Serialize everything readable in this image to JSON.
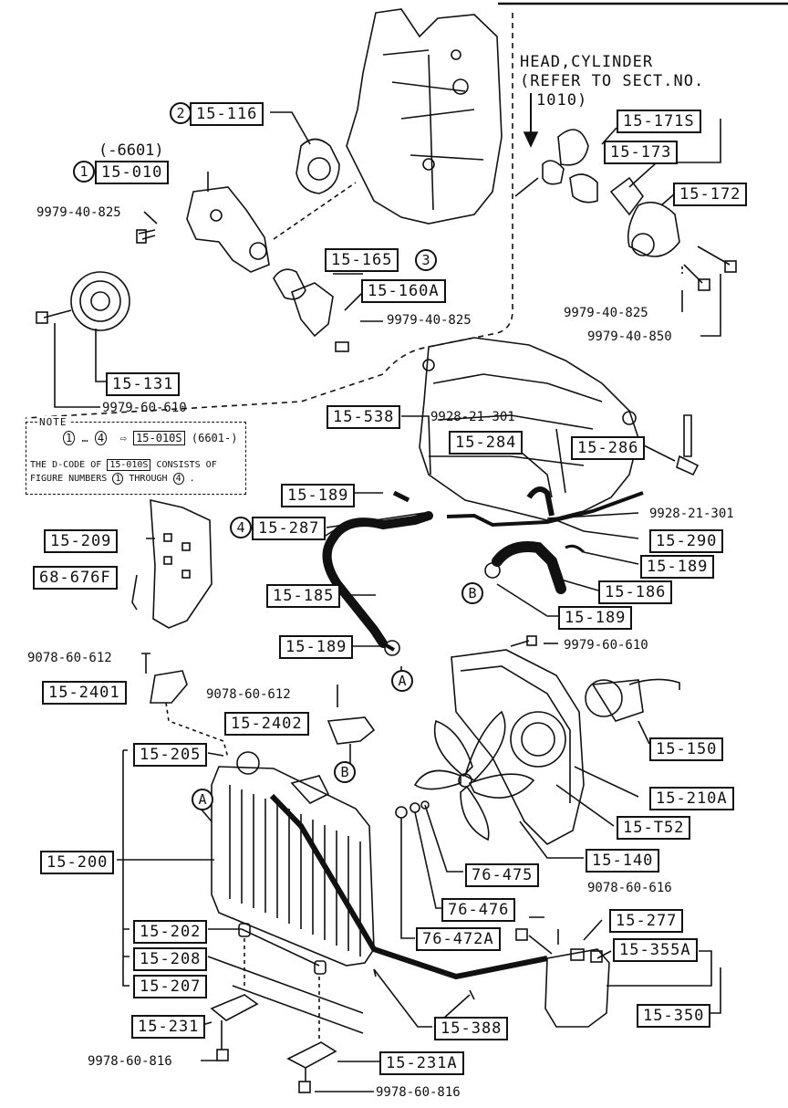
{
  "header_note": {
    "line1": "HEAD,CYLINDER",
    "line2": "(REFER TO SECT.NO.",
    "line3": "1010)"
  },
  "labels": {
    "p15_116": "15-116",
    "p15_010_range": "(-6601)",
    "p15_010": "15-010",
    "bolt_9979_40_825_a": "9979-40-825",
    "p15_165": "15-165",
    "p15_160A": "15-160A",
    "bolt_9979_40_825_b": "9979-40-825",
    "p15_131": "15-131",
    "bolt_9979_60_610_a": "9979-60-610",
    "p15_171S": "15-171S",
    "p15_173": "15-173",
    "p15_172": "15-172",
    "bolt_9979_40_825_c": "9979-40-825",
    "bolt_9979_40_850": "9979-40-850",
    "p15_538": "15-538",
    "bolt_9928_21_301_a": "9928-21-301",
    "p15_284": "15-284",
    "p15_286": "15-286",
    "p15_189_a": "15-189",
    "bolt_9928_21_301_b": "9928-21-301",
    "p15_287": "15-287",
    "p15_290": "15-290",
    "p15_189_b": "15-189",
    "p15_209": "15-209",
    "p68_676F": "68-676F",
    "p15_185": "15-185",
    "p15_186": "15-186",
    "p15_189_c": "15-189",
    "p15_189_d": "15-189",
    "bolt_9979_60_610_b": "9979-60-610",
    "bolt_9078_60_612_a": "9078-60-612",
    "p15_2401": "15-2401",
    "bolt_9078_60_612_b": "9078-60-612",
    "p15_2402": "15-2402",
    "p15_150": "15-150",
    "p15_205": "15-205",
    "p15_210A": "15-210A",
    "p15_T52": "15-T52",
    "p15_200": "15-200",
    "p15_140": "15-140",
    "p76_475": "76-475",
    "p76_476": "76-476",
    "bolt_9078_60_616": "9078-60-616",
    "p15_277": "15-277",
    "p76_472A": "76-472A",
    "p15_355A": "15-355A",
    "p15_202": "15-202",
    "p15_208": "15-208",
    "p15_207": "15-207",
    "p15_350": "15-350",
    "p15_231": "15-231",
    "p15_388": "15-388",
    "bolt_9978_60_816_a": "9978-60-816",
    "p15_231A": "15-231A",
    "bolt_9978_60_816_b": "9978-60-816"
  },
  "callouts": {
    "c1": "1",
    "c2": "2",
    "c3": "3",
    "c4": "4",
    "A1": "A",
    "A2": "A",
    "B1": "B",
    "B2": "B"
  },
  "note": {
    "title": "NOTE",
    "line1_start": "1",
    "line1_end": "4",
    "line1_code": "15-010S",
    "line1_range": "(6601-)",
    "line2_prefix": "THE D-CODE OF",
    "line2_code": "15-010S",
    "line2_suffix": "CONSISTS OF",
    "line3_prefix": "FIGURE NUMBERS",
    "line3_from": "1",
    "line3_mid": "THROUGH",
    "line3_to": "4",
    "line3_end": "."
  }
}
